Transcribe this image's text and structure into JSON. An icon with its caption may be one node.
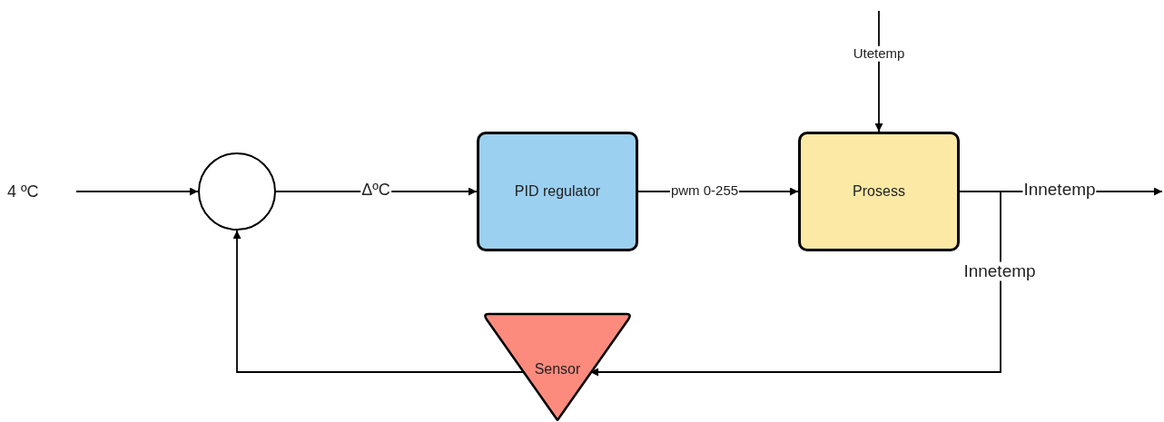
{
  "diagram": {
    "nodes": [
      {
        "text": [
          "4 ºC"
        ]
      },
      {
        "text": [],
        "shape": "circle"
      },
      {
        "text": [
          "PID regulator"
        ]
      },
      {
        "text": [
          "Prosess"
        ]
      },
      {
        "text": [
          "Sensor"
        ]
      }
    ],
    "edges": [
      {
        "from": 0,
        "to": 1,
        "arrow": "to"
      },
      {
        "from": 1,
        "to": 2,
        "arrow": "to",
        "label": "ΔºC"
      },
      {
        "from": 2,
        "to": 3,
        "arrow": "to",
        "label": "pwm 0-255"
      },
      {
        "from": null,
        "to": 3,
        "arrow": "to",
        "label": "Utetemp"
      },
      {
        "from": 3,
        "to": null,
        "arrow": "to",
        "label": "Innetemp"
      },
      {
        "from": 3,
        "to": 4,
        "arrow": "to",
        "label": "Innetemp"
      },
      {
        "from": 4,
        "to": 1,
        "arrow": "to"
      }
    ]
  }
}
